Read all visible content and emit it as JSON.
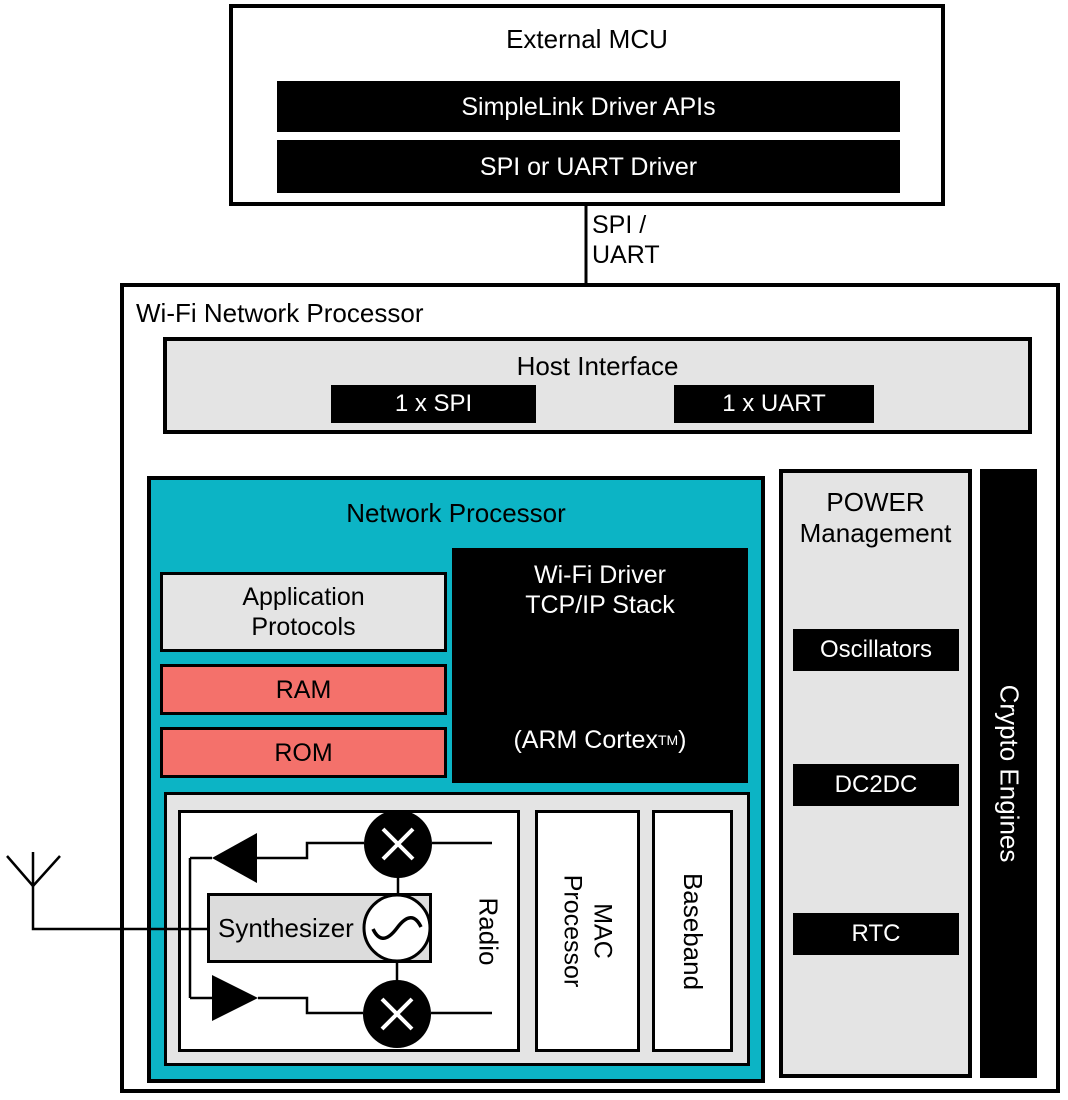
{
  "colors": {
    "teal": "#0cb4c5",
    "salmon": "#f4716b",
    "gray_panel": "#e4e4e4",
    "gray_synth": "#dcdcdc",
    "bar_black": "#000000",
    "bar_text": "#ffffff"
  },
  "external_mcu": {
    "title": "External MCU",
    "api_bar": "SimpleLink Driver APIs",
    "driver_bar": "SPI or UART Driver"
  },
  "connector": {
    "line1": "SPI /",
    "line2": "UART"
  },
  "wifi_np": {
    "title": "Wi-Fi Network Processor",
    "host_interface": {
      "title": "Host Interface",
      "spi_bar": "1 x SPI",
      "uart_bar": "1 x UART"
    },
    "network_processor": {
      "title": "Network Processor",
      "app_protocols": {
        "line1": "Application",
        "line2": "Protocols"
      },
      "wifi_driver": {
        "line1": "Wi-Fi Driver",
        "line2": "TCP/IP Stack",
        "arm_pre": "(ARM Cortex",
        "arm_sup": "TM",
        "arm_post": ")"
      },
      "ram": "RAM",
      "rom": "ROM",
      "radio_label": "Radio",
      "synthesizer": "Synthesizer",
      "mac": {
        "line1": "MAC",
        "line2": "Processor"
      },
      "baseband": "Baseband"
    },
    "power": {
      "line1": "POWER",
      "line2": "Management",
      "oscillators": "Oscillators",
      "dc2dc": "DC2DC",
      "rtc": "RTC"
    },
    "crypto": "Crypto Engines"
  },
  "icons": {
    "antenna": "antenna-icon",
    "mixer_top": "mixer-icon",
    "mixer_bottom": "mixer-icon",
    "oscillator": "oscillator-icon",
    "rx_amplifier": "amplifier-left-icon",
    "tx_amplifier": "amplifier-right-icon"
  }
}
